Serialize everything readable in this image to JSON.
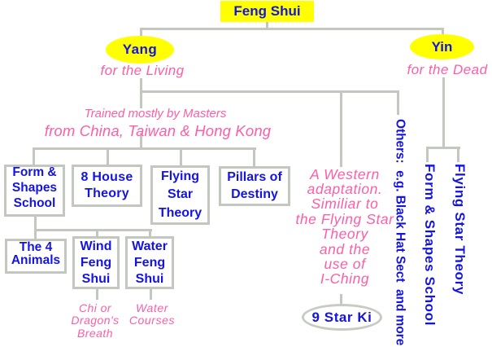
{
  "diagram_title": "Feng Shui",
  "colors": {
    "node_fill_yellow": "#ffff00",
    "text_blue": "#1414e0",
    "text_pink": "#fe5da7",
    "line_gray": "#c2c7bf"
  },
  "root": {
    "label": "Feng Shui"
  },
  "branches": {
    "yang": {
      "label": "Yang",
      "caption": "for the Living"
    },
    "yin": {
      "label": "Yin",
      "caption": "for the Dead"
    }
  },
  "notes": {
    "masters": {
      "lines": [
        "Trained mostly by Masters",
        "from China, Taiwan & Hong Kong"
      ]
    },
    "western": {
      "lines": [
        "A Western",
        "adaptation.",
        "Similiar to",
        "the Flying Star",
        "Theory",
        "and the",
        "use of",
        "I-Ching"
      ]
    },
    "chi": {
      "lines": [
        "Chi or",
        "Dragon's",
        "Breath"
      ]
    },
    "water_courses": {
      "lines": [
        "Water",
        "Courses"
      ]
    }
  },
  "boxes": {
    "form_shapes": {
      "lines": [
        "Form &",
        "Shapes",
        "School"
      ]
    },
    "eight_house": {
      "lines": [
        "8 House",
        "Theory"
      ]
    },
    "flying_star": {
      "lines": [
        "Flying",
        "Star",
        "Theory"
      ]
    },
    "pillars": {
      "lines": [
        "Pillars of",
        "Destiny"
      ]
    },
    "four_animals": {
      "lines": [
        "The 4",
        "Animals"
      ]
    },
    "wind": {
      "lines": [
        "Wind",
        "Feng",
        "Shui"
      ]
    },
    "water": {
      "lines": [
        "Water",
        "Feng",
        "Shui"
      ]
    }
  },
  "ellipse_nodes": {
    "nine_star_ki": {
      "label": "9 Star Ki"
    }
  },
  "vertical_labels": {
    "others": "Others:  e.g. Black Hat Sect  and more",
    "form_shapes": "Form & Shapes School",
    "flying_star": "Flying Star Theory"
  }
}
